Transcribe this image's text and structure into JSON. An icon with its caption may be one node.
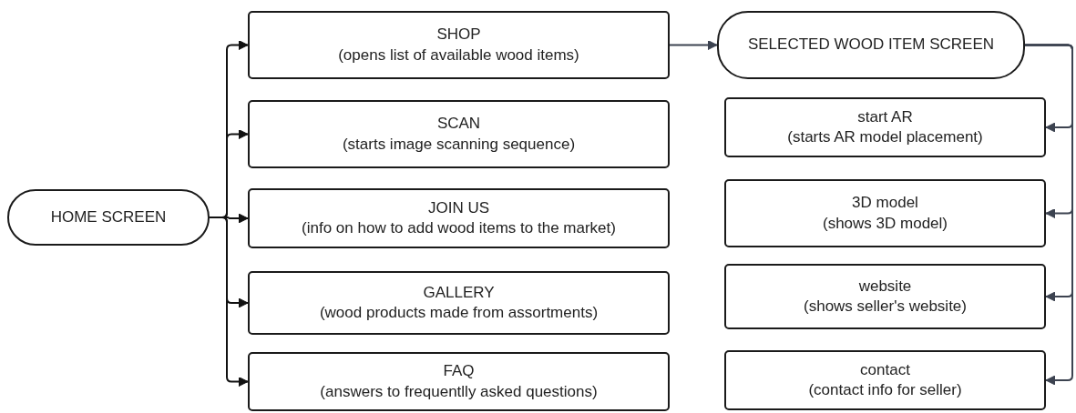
{
  "diagram": {
    "nodes": [
      {
        "text": [
          "HOME SCREEN"
        ]
      },
      {
        "text": [
          "SHOP",
          "(opens list of available wood items)"
        ]
      },
      {
        "text": [
          "SCAN",
          "(starts image scanning sequence)"
        ]
      },
      {
        "text": [
          "JOIN US",
          "(info on how to add wood items to the market)"
        ]
      },
      {
        "text": [
          "GALLERY",
          "(wood products made from assortments)"
        ]
      },
      {
        "text": [
          "FAQ",
          "(answers to frequentlly asked questions)"
        ]
      },
      {
        "text": [
          "SELECTED WOOD ITEM SCREEN"
        ]
      },
      {
        "text": [
          "start AR",
          "(starts AR model placement)"
        ]
      },
      {
        "text": [
          "3D model",
          "(shows 3D model)"
        ]
      },
      {
        "text": [
          "website",
          "(shows seller's website)"
        ]
      },
      {
        "text": [
          "contact",
          "(contact info for seller)"
        ]
      }
    ],
    "edges": [
      {
        "from": 0,
        "to": 1,
        "arrow": "to"
      },
      {
        "from": 0,
        "to": 2,
        "arrow": "to"
      },
      {
        "from": 0,
        "to": 3,
        "arrow": "to"
      },
      {
        "from": 0,
        "to": 4,
        "arrow": "to"
      },
      {
        "from": 0,
        "to": 5,
        "arrow": "to"
      },
      {
        "from": 1,
        "to": 6,
        "arrow": "to",
        "color": "#3c4350"
      },
      {
        "from": 6,
        "to": 7,
        "arrow": "to",
        "color": "#3c4350"
      },
      {
        "from": 6,
        "to": 8,
        "arrow": "to",
        "color": "#3c4350"
      },
      {
        "from": 6,
        "to": 9,
        "arrow": "to",
        "color": "#3c4350"
      },
      {
        "from": 6,
        "to": 10,
        "arrow": "to",
        "color": "#3c4350"
      }
    ]
  }
}
